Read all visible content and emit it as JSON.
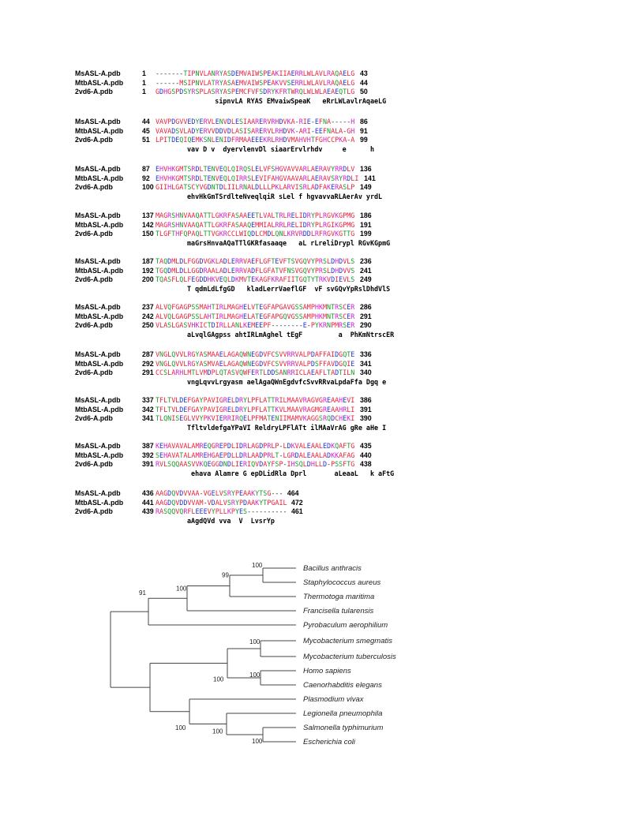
{
  "alignment": {
    "colors": {
      "hydrophobic": "#e8203a",
      "acidic": "#2233cc",
      "basic": "#cc22cc",
      "polar": "#1a9a2a",
      "gap": "#333333",
      "other": "#444444"
    },
    "blocks": [
      {
        "rows": [
          {
            "name": "MsASL-A.pdb",
            "start": "1",
            "seq": "-------TIPNVLANRYASDEMVAIWSPEAKIIAERRLWLAVLRAQAELG",
            "end": "43"
          },
          {
            "name": "MtbASL-A.pdb",
            "start": "1",
            "seq": "------MSIPNVLATRYASAEMVAIWSPEAKVVSERRLWLAVLRAQAELG",
            "end": "44"
          },
          {
            "name": "2vd6-A.pdb",
            "start": "1",
            "seq": "GDHGSPDSYRSPLASRYASPEMCFVFSDRYKFRTWRQLWLWLAEAEQTLG",
            "end": "50"
          }
        ],
        "consensus": "       sipnvLA RYAS EMvaiwSpeaK   eRrLWLavlrAqaeLG"
      },
      {
        "rows": [
          {
            "name": "MsASL-A.pdb",
            "start": "44",
            "seq": "VAVPDGVVEDYERVLENVDLESIAARERVRHDVKA-RIE-EFNA-----H",
            "end": "86"
          },
          {
            "name": "MtbASL-A.pdb",
            "start": "45",
            "seq": "VAVADSVLADYERVVDDVDLASISARERVLRHDVK-ARI-EEFNALA-GH",
            "end": "91"
          },
          {
            "name": "2vd6-A.pdb",
            "start": "51",
            "seq": "LPITDEQIQEMKSNLENIDFRMAAEEEKRLRHDVMAHVHTFGHCCPKA-A",
            "end": "99"
          }
        ],
        "consensus": "vav D v  dyervlenvDl siaarErvlrhdv     e      h"
      },
      {
        "rows": [
          {
            "name": "MsASL-A.pdb",
            "start": "87",
            "seq": "EHVHKGMTSRDLTENVEQLQIRQSLELVFSHGVAVVARLAERAVYRRDLV",
            "end": "136"
          },
          {
            "name": "MtbASL-A.pdb",
            "start": "92",
            "seq": "EHVHKGMTSRDLTENVEQLQIRRSLEVIFAHGVAAVARLAERAVSRYRDLI",
            "end": "141"
          },
          {
            "name": "2vd6-A.pdb",
            "start": "100",
            "seq": "GIIHLGATSCYVGDNTDLIILRNALDLLLPKLARVISRLADFAKERASLP",
            "end": "149"
          }
        ],
        "consensus": "ehvHkGmTSrdlteNveqlqiR sLel f hgvavvaRLAerAv yrdL"
      },
      {
        "rows": [
          {
            "name": "MsASL-A.pdb",
            "start": "137",
            "seq": "MAGRSHNVAAQATTLGKRFASAAEETLVALTRLRELIDRYPLRGVKGPMG",
            "end": "186"
          },
          {
            "name": "MtbASL-A.pdb",
            "start": "142",
            "seq": "MAGRSHNVAAQATTLGKRFASAAQEMMIALRRLRELIDRYPLRGIKGPMG",
            "end": "191"
          },
          {
            "name": "2vd6-A.pdb",
            "start": "150",
            "seq": "TLGFTHFQPAQLTTVGKRCCLWIQDLCMDLQNLKRVRDDLRFRGVKGTTG",
            "end": "199"
          }
        ],
        "consensus": "maGrsHnvaAQaTTlGKRfasaaqe   aL rLreliDrypl RGvKGpmG"
      },
      {
        "rows": [
          {
            "name": "MsASL-A.pdb",
            "start": "187",
            "seq": "TAQDMLDLFGGDVGKLADLERRVAEFLGFTEVFTSVGQVYPRSLDHDVLS",
            "end": "236"
          },
          {
            "name": "MtbASL-A.pdb",
            "start": "192",
            "seq": "TGQDMLDLLGGDRAALADLERRVADFLGFATVFNSVGQVYPRSLDHDVVS",
            "end": "241"
          },
          {
            "name": "2vd6-A.pdb",
            "start": "200",
            "seq": "TQASFLQLFEGDDHKVEQLDKMVTEKAGFKRAFIITGQTYTRKVDIEVLS",
            "end": "249"
          }
        ],
        "consensus": "T qdmLdLfgGD   kladLerrVaeflGF  vF svGQvYpRslDhdVlS"
      },
      {
        "rows": [
          {
            "name": "MsASL-A.pdb",
            "start": "237",
            "seq": "ALVQFGAGPSSMAHTIRLMAGHELVTEGFAPGAVGSSAMPHKMNTRSCER",
            "end": "286"
          },
          {
            "name": "MtbASL-A.pdb",
            "start": "242",
            "seq": "ALVQLGAGPSSLAHTIRLMAGHELATEGFAPGQVGSSAMPHKMNTRSCER",
            "end": "291"
          },
          {
            "name": "2vd6-A.pdb",
            "start": "250",
            "seq": "VLASLGASVHKICTDIRLLANLKEMEEPF--------E-PYKRNPMRSER",
            "end": "290"
          }
        ],
        "consensus": "aLvqlGAgpss ahtIRLmAghel tEgF         a  PhKmNtrscER"
      },
      {
        "rows": [
          {
            "name": "MsASL-A.pdb",
            "start": "287",
            "seq": "VNGLQVVLRGYASMAAELAGAQWNEGDVFCSVVRRVALPDAFFAIDGQTE",
            "end": "336"
          },
          {
            "name": "MtbASL-A.pdb",
            "start": "292",
            "seq": "VNGLQVVLRGYASMVAELAGAQWNEGDVFCSVVRRVALPDSFFAVDGQIE",
            "end": "341"
          },
          {
            "name": "2vd6-A.pdb",
            "start": "291",
            "seq": "CCSLARHLMTLVMDPLQTASVQWFERTLDDSANRRICLAEAFLTADTILN",
            "end": "340"
          }
        ],
        "consensus": "vngLqvvLrgyasm aelAgaQWnEgdvfcSvvRRvaLpdaFfa Dgq e"
      },
      {
        "rows": [
          {
            "name": "MsASL-A.pdb",
            "start": "337",
            "seq": "TFLTVLDEFGAYPAVIGRELDRYLPFLATTRILMAAVRAGVGREAAHEVI",
            "end": "386"
          },
          {
            "name": "MtbASL-A.pdb",
            "start": "342",
            "seq": "TFLTVLDEFGAYPAVIGRELDRYLPFLATTKVLMAAVRAGMGREAAHRLI",
            "end": "391"
          },
          {
            "name": "2vd6-A.pdb",
            "start": "341",
            "seq": "TLQNISEGLVVYPKVIERRIRQELPFMATENIIMAMVKAGGSRQDCHEKI",
            "end": "390"
          }
        ],
        "consensus": "TfltvldefgaYPaVI ReldryLPFlATt ilMAaVrAG gRe aHe I"
      },
      {
        "rows": [
          {
            "name": "MsASL-A.pdb",
            "start": "387",
            "seq": "KEHAVAVALAMREQGREPDLIDRLAGDPRLP-LDKVALEAALEDKQAFTG",
            "end": "435"
          },
          {
            "name": "MtbASL-A.pdb",
            "start": "392",
            "seq": "SEHAVATALAMREHGAEPDLLDRLAADPRLT-LGRDALEAALADKKAFAG",
            "end": "440"
          },
          {
            "name": "2vd6-A.pdb",
            "start": "391",
            "seq": "RVLSQQAASVVKQEGGDNDLIERIQVDAYFSP-IHSQLDHLLD-PSSFTG",
            "end": "438"
          }
        ],
        "consensus": " ehava Alamre G epDLidRla Dprl       aLeaaL   k aFtG"
      },
      {
        "rows": [
          {
            "name": "MsASL-A.pdb",
            "start": "436",
            "seq": "AAGDQVDVVAA-VGELVSRYPEAAKYTSG---",
            "end": "464"
          },
          {
            "name": "MtbASL-A.pdb",
            "start": "441",
            "seq": "AAGDQVDDVVAM-VDALVSRYPDAAKYTPGAIL",
            "end": "472"
          },
          {
            "name": "2vd6-A.pdb",
            "start": "439",
            "seq": "RASQQVQRFLEEEVYPLLKPYES----------",
            "end": "461"
          }
        ],
        "consensus": "aAgdQVd vva  V  LvsrYp"
      }
    ]
  },
  "tree": {
    "species": [
      "Bacillus anthracis",
      "Staphylococcus aureus",
      "Thermotoga maritima",
      "Francisella tularensis",
      "Pyrobaculum aerophilium",
      "Mycobacterium smegmatis",
      "Mycobacterium tuberculosis",
      "Homo sapiens",
      "Caenorhabditis elegans",
      "Plasmodium vivax",
      "Legionella pneumophila",
      "Salmonella typhimurium",
      "Escherichia coli"
    ],
    "bootstrap": [
      "100",
      "99",
      "100",
      "91",
      "100",
      "100",
      "100",
      "100",
      "100",
      "100"
    ]
  }
}
